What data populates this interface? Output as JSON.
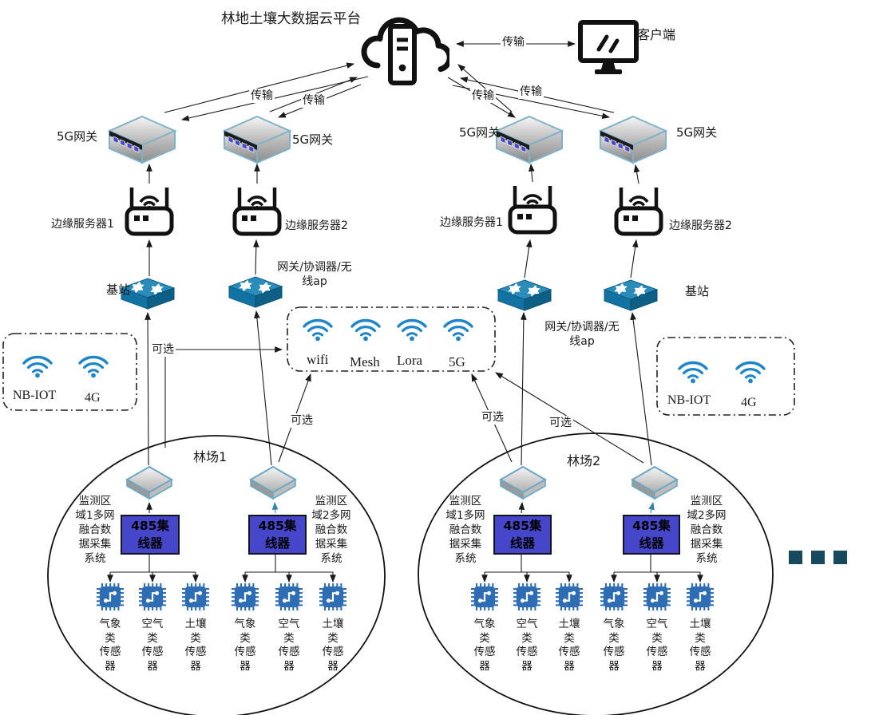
{
  "title": "林地土壤大数据云平台",
  "client": "客户端",
  "t": [
    "传输",
    "传输",
    "传输",
    "传输",
    "传输"
  ],
  "gw": [
    "5G网关",
    "5G网关",
    "5G网关",
    "5G网关"
  ],
  "edge": [
    "边缘服务器1",
    "边缘服务器2",
    "边缘服务器1",
    "边缘服务器2"
  ],
  "ap": [
    "网关/协调器/无\n线ap",
    "网关/协调器/无\n线ap"
  ],
  "bs": [
    "基站",
    "基站"
  ],
  "opt": [
    "可选",
    "可选",
    "可选",
    "可选"
  ],
  "wbox_left": [
    "NB-IOT",
    "4G"
  ],
  "wbox_mid": [
    "wifi",
    "Mesh",
    "Lora",
    "5G"
  ],
  "wbox_right": [
    "NB-IOT",
    "4G"
  ],
  "farm1": "林场1",
  "farm2": "林场2",
  "mon1": "监测区\n域1多网\n融合数\n据采集\n系统",
  "mon2": "监测区\n域2多网\n融合数\n据采集\n系统",
  "hub": "485集\n线器",
  "sensors": [
    "气象\n类\n传感\n器",
    "空气\n类\n传感\n器",
    "土壤\n类\n传感\n器"
  ],
  "colors": {
    "wifi_blue": "#1e86c8",
    "switch_blue": "#1879a8",
    "hub_purple": "#4646cb",
    "chip_blue": "#2e6db4",
    "dots_teal": "#17495e"
  }
}
